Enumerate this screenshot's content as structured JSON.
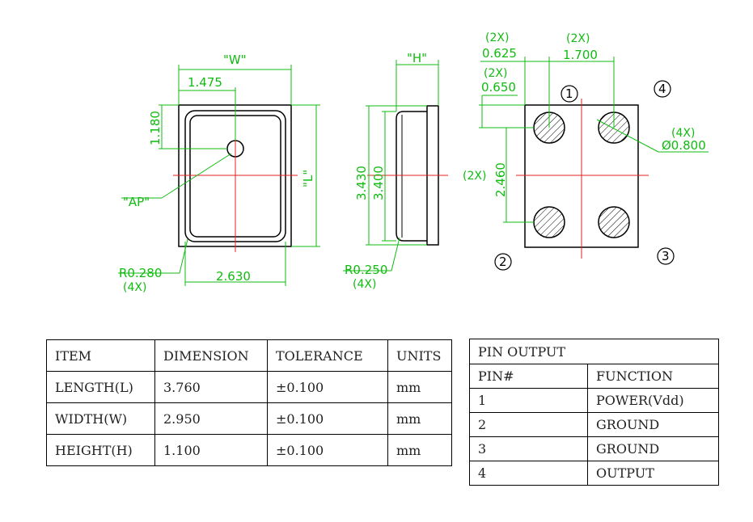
{
  "drawing": {
    "front": {
      "w_label": "\"W\"",
      "l_label": "\"L\"",
      "dim_1475": "1.475",
      "dim_1180": "1.180",
      "ap_label": "\"AP\"",
      "radius": "R0.280",
      "radius_count": "(4X)",
      "width_inner": "2.630"
    },
    "side": {
      "h_label": "\"H\"",
      "dim_3430": "3.430",
      "dim_3400": "3.400",
      "radius": "R0.250",
      "radius_count": "(4X)"
    },
    "bottom": {
      "count_0625": "(2X)",
      "dim_0625": "0.625",
      "count_1700": "(2X)",
      "dim_1700": "1.700",
      "count_0650": "(2X)",
      "dim_0650": "0.650",
      "count_2460": "(2X)",
      "dim_2460": "2.460",
      "count_pad": "(4X)",
      "pad_dia": "Ø0.800",
      "pin1": "1",
      "pin2": "2",
      "pin3": "3",
      "pin4": "4"
    }
  },
  "dimension_table": {
    "headers": [
      "ITEM",
      "DIMENSION",
      "TOLERANCE",
      "UNITS"
    ],
    "rows": [
      [
        "LENGTH(L)",
        "3.760",
        "±0.100",
        "mm"
      ],
      [
        "WIDTH(W)",
        "2.950",
        "±0.100",
        "mm"
      ],
      [
        "HEIGHT(H)",
        "1.100",
        "±0.100",
        "mm"
      ]
    ]
  },
  "pin_table": {
    "title": "PIN OUTPUT",
    "headers": [
      "PIN#",
      "FUNCTION"
    ],
    "rows": [
      [
        "1",
        "POWER(Vdd)"
      ],
      [
        "2",
        "GROUND"
      ],
      [
        "3",
        "GROUND"
      ],
      [
        "4",
        "OUTPUT"
      ]
    ]
  },
  "colors": {
    "outline": "#000000",
    "dimension": "#11bb11",
    "centerline": "#e02020"
  }
}
